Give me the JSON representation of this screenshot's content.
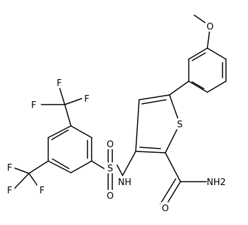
{
  "molecule": {
    "atoms": {
      "methoxy_o": "O",
      "sulfonyl_s": "S",
      "sulfonyl_o_top": "O",
      "sulfonyl_o_bottom": "O",
      "amide_nh": "NH",
      "thiophene_s": "S",
      "amide_nh2": "NH2",
      "amide_o": "O",
      "cf3_top_f1": "F",
      "cf3_top_f2": "F",
      "cf3_top_f3": "F",
      "cf3_bottom_f1": "F",
      "cf3_bottom_f2": "F",
      "cf3_bottom_f3": "F"
    }
  }
}
